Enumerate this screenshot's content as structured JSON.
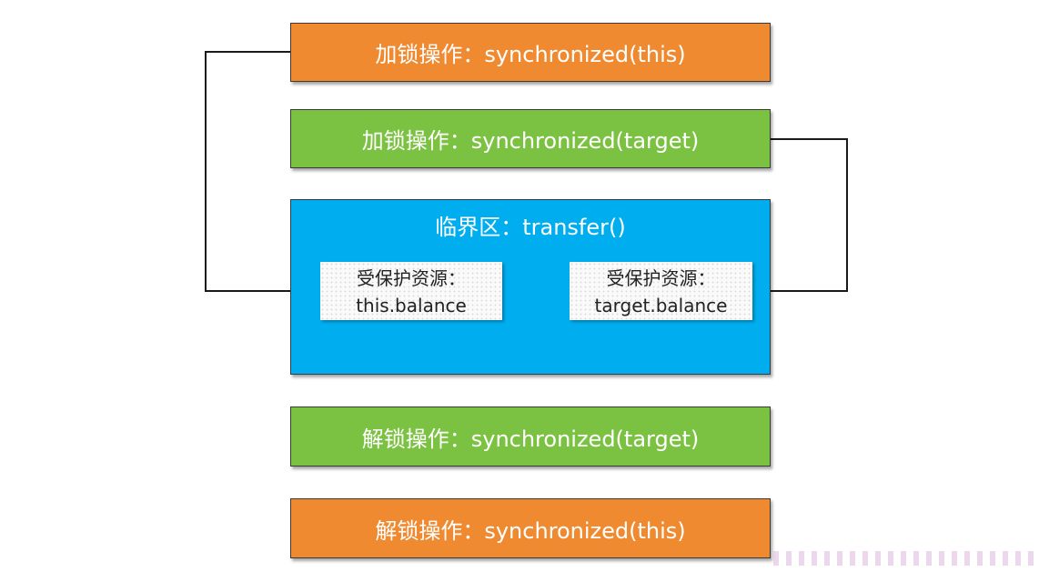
{
  "diagram": {
    "lock_this": "加锁操作：synchronized(this)",
    "lock_target": "加锁操作：synchronized(target)",
    "critical_section": "临界区：transfer()",
    "resource_this": {
      "line1": "受保护资源：",
      "line2": "this.balance"
    },
    "resource_target": {
      "line1": "受保护资源：",
      "line2": "target.balance"
    },
    "unlock_target": "解锁操作：synchronized(target)",
    "unlock_this": "解锁操作：synchronized(this)"
  },
  "colors": {
    "orange": "#f08a30",
    "green": "#7cc242",
    "blue": "#00aeef",
    "arrow": "#1a1a1a"
  }
}
